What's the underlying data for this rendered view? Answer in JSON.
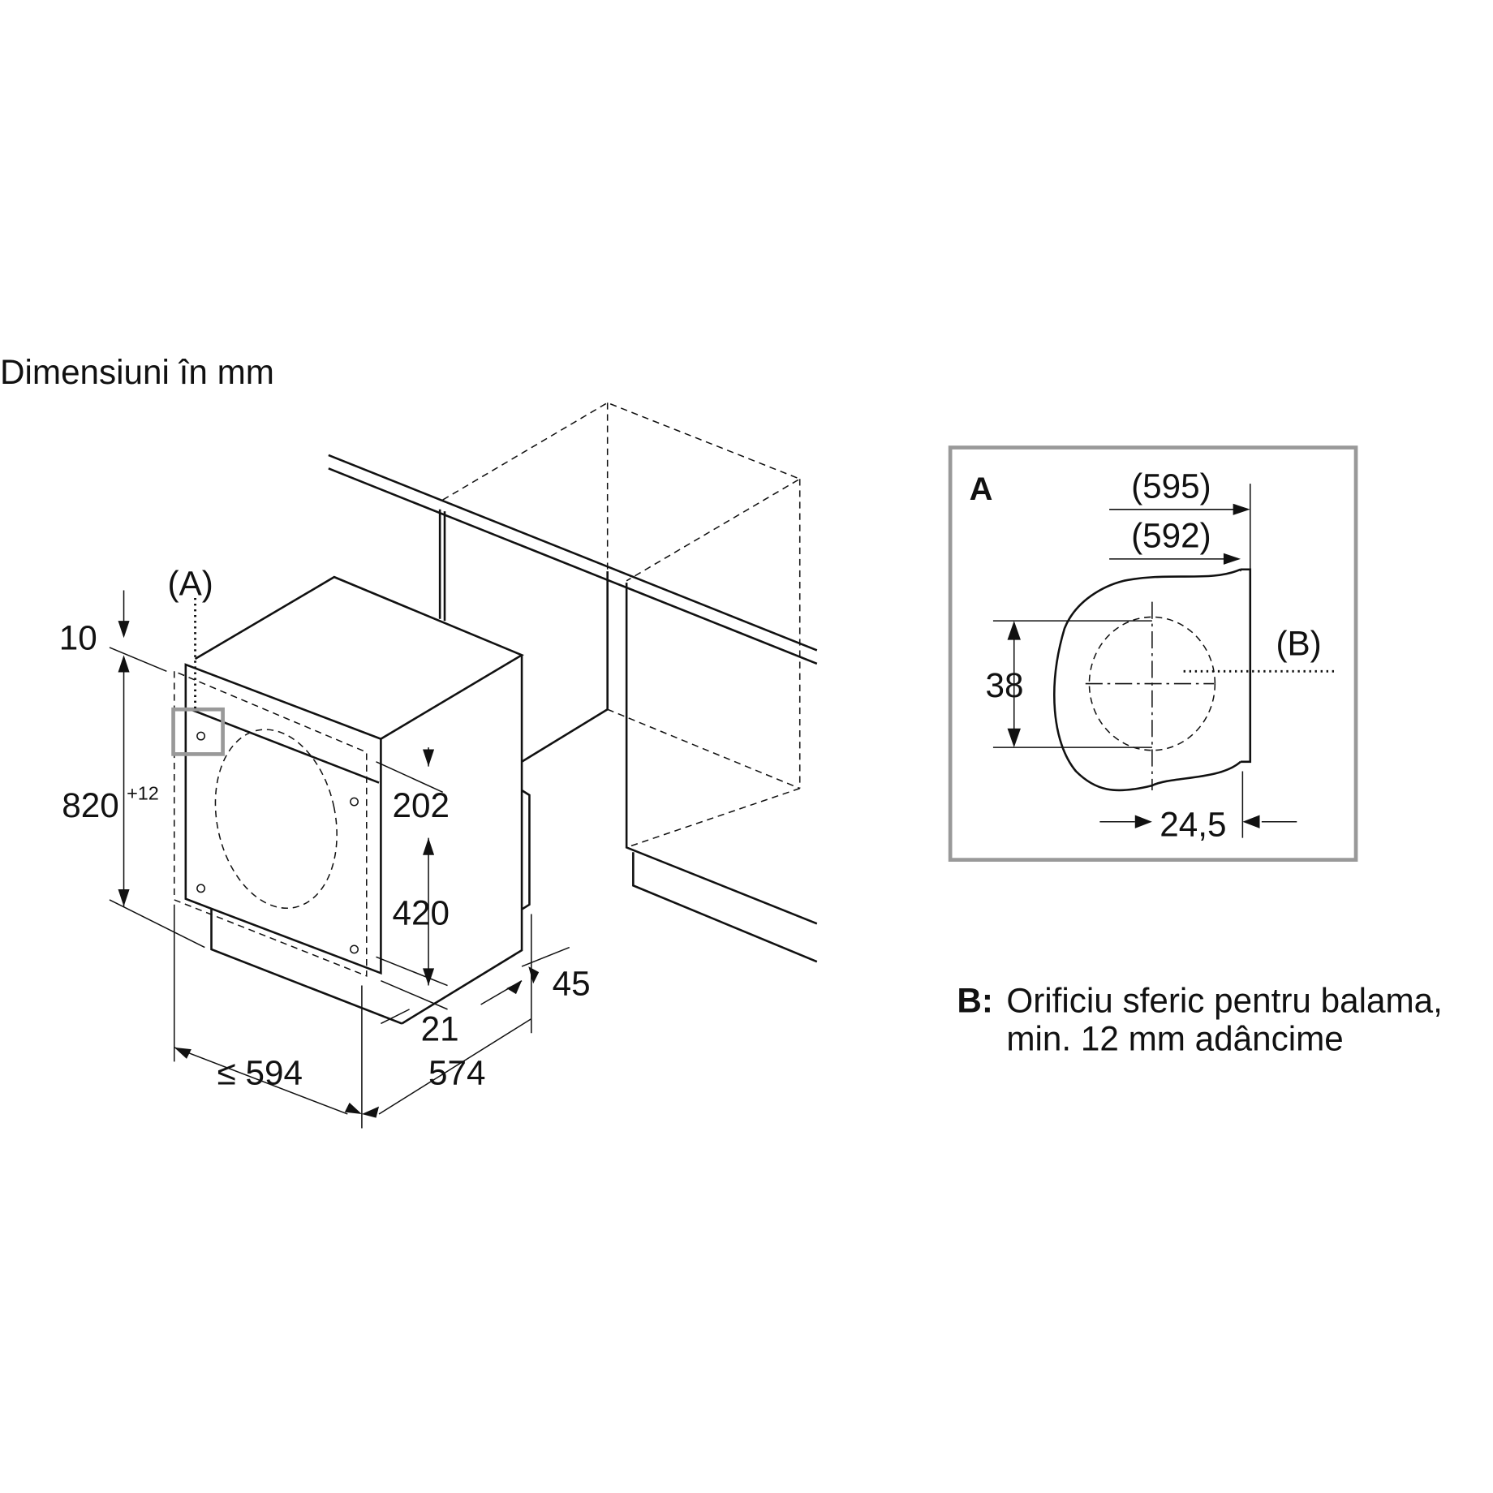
{
  "title": "Dimensiuni în mm",
  "main_view": {
    "detail_ref": "(A)",
    "dimensions": {
      "top_gap": "10",
      "height": "820",
      "height_tolerance": "+12",
      "upper_hinge": "202",
      "hinge_spacing": "420",
      "plinth_depth": "45",
      "bottom_offset": "21",
      "width": "≤ 594",
      "depth": "574"
    }
  },
  "detail_a": {
    "label": "A",
    "dim_595": "(595)",
    "dim_592": "(592)",
    "dim_38": "38",
    "dim_24_5": "24,5",
    "ref_b": "(B)"
  },
  "note": {
    "key": "B:",
    "line1": "Orificiu sferic pentru balama,",
    "line2": "min. 12 mm adâncime"
  },
  "colors": {
    "line": "#111111",
    "frame": "#999999"
  }
}
